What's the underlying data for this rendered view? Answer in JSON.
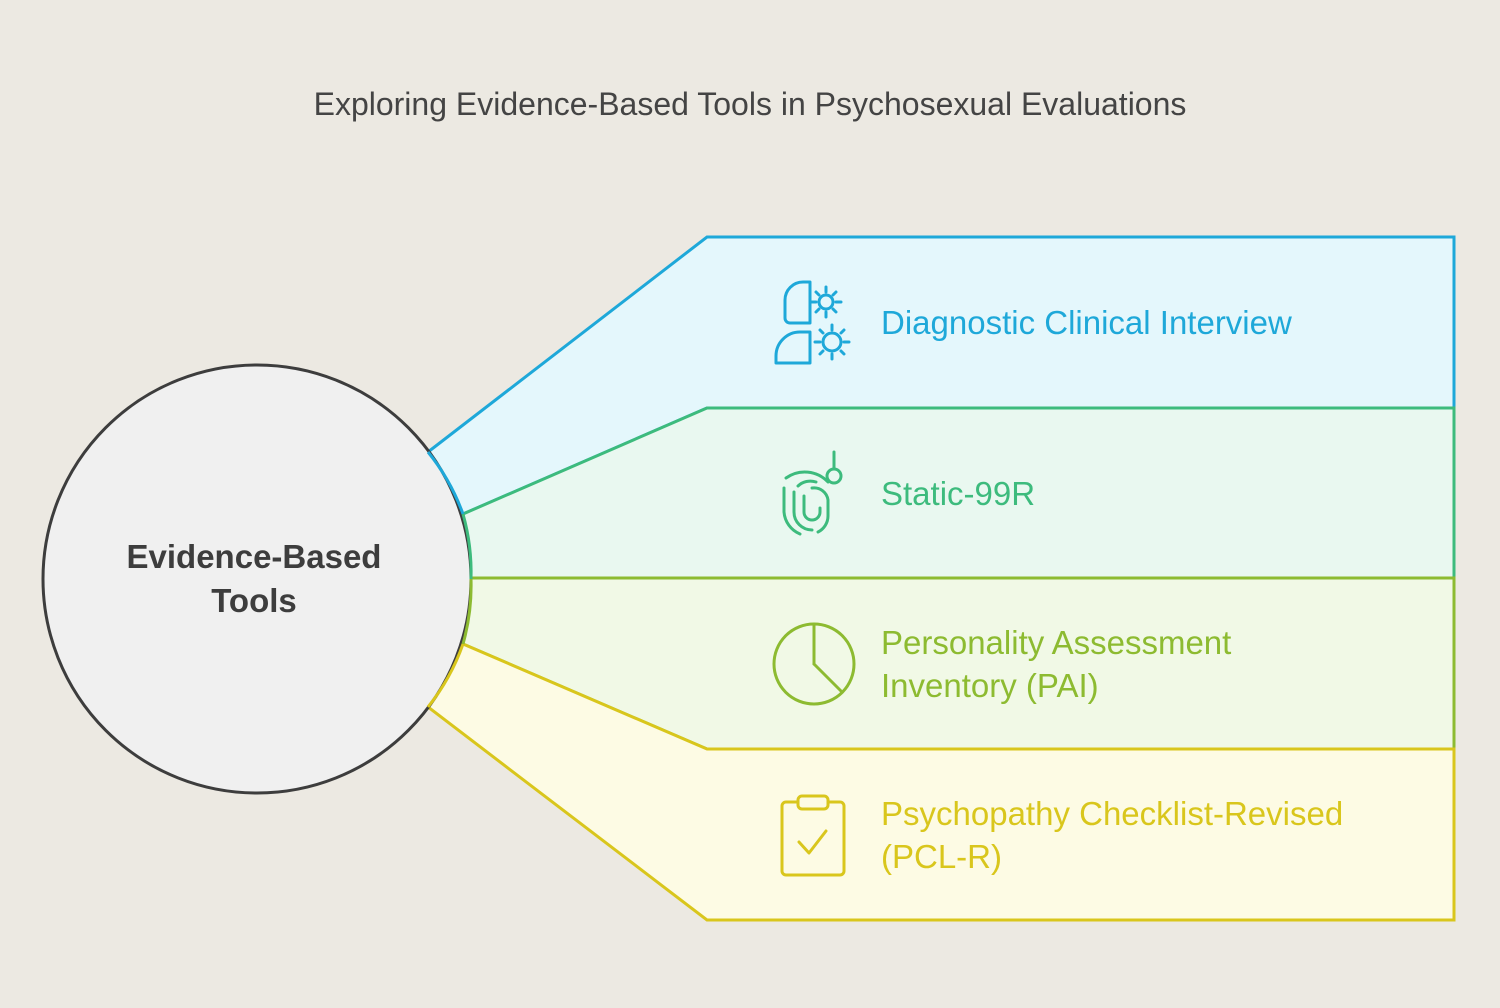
{
  "title": "Exploring Evidence-Based Tools in Psychosexual Evaluations",
  "hub": {
    "line1": "Evidence-Based",
    "line2": "Tools"
  },
  "branches": [
    {
      "line1": "Diagnostic Clinical Interview",
      "line2": "",
      "icon": "head-gears-icon",
      "stroke": "#1ea8d9",
      "fill": "#e4f7fc"
    },
    {
      "line1": "Static-99R",
      "line2": "",
      "icon": "fingerprint-icon",
      "stroke": "#3dbb7d",
      "fill": "#e9f8f0"
    },
    {
      "line1": "Personality Assessment",
      "line2": "Inventory (PAI)",
      "icon": "pie-clock-icon",
      "stroke": "#8dbb31",
      "fill": "#f1f9e6"
    },
    {
      "line1": "Psychopathy Checklist-Revised",
      "line2": "(PCL-R)",
      "icon": "clipboard-check-icon",
      "stroke": "#d9c61c",
      "fill": "#fdfbe4"
    }
  ]
}
